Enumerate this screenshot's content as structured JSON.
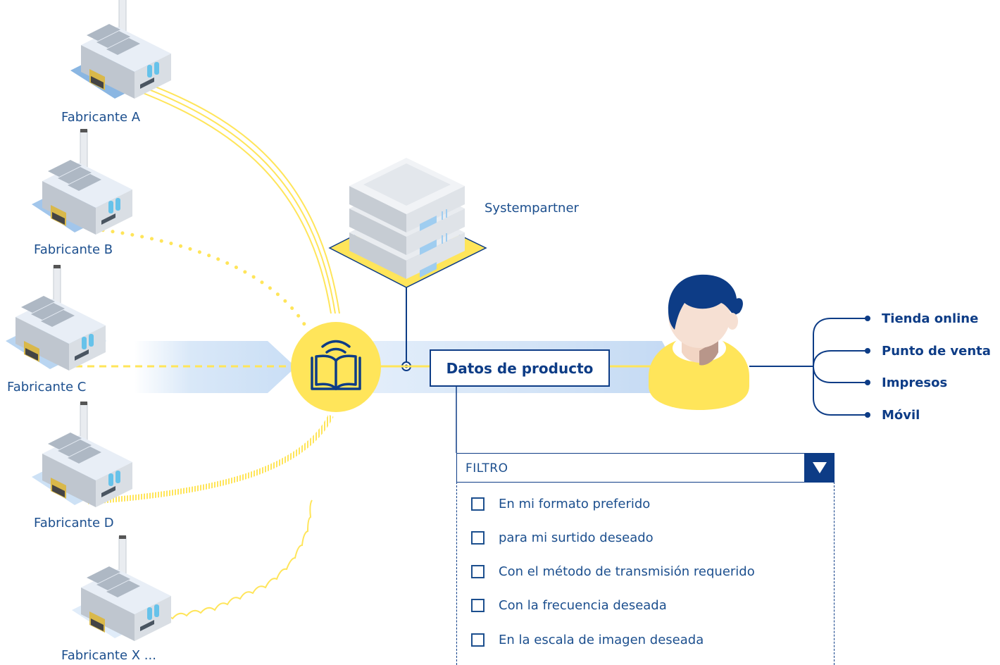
{
  "manufacturers": [
    {
      "label": "Fabricante A",
      "connection": "double line"
    },
    {
      "label": "Fabricante B",
      "connection": "dotted line"
    },
    {
      "label": "Fabricante C",
      "connection": "dashed line"
    },
    {
      "label": "Fabricante D",
      "connection": "hatched line"
    },
    {
      "label": "Fabricante X ...",
      "connection": "wavy line"
    }
  ],
  "hub": {
    "icon": "book-broadcast-icon"
  },
  "server": {
    "label": "Systempartner",
    "icon": "server-stack-icon"
  },
  "data_box": {
    "label": "Datos de producto"
  },
  "user": {
    "icon": "user-avatar-icon"
  },
  "outputs": [
    "Tienda online",
    "Punto de venta",
    "Impresos",
    "Móvil"
  ],
  "filter": {
    "title": "FILTRO",
    "toggle_icon": "triangle-down-icon",
    "options": [
      "En mi formato preferido",
      "para mi surtido deseado",
      "Con el método de transmisión requerido",
      "Con la frecuencia deseada",
      "En la escala de imagen deseada"
    ]
  },
  "colors": {
    "navy": "#0d3c86",
    "text_blue": "#1c4f8e",
    "yellow": "#ffe55a",
    "light_blue": "#c9def5"
  }
}
